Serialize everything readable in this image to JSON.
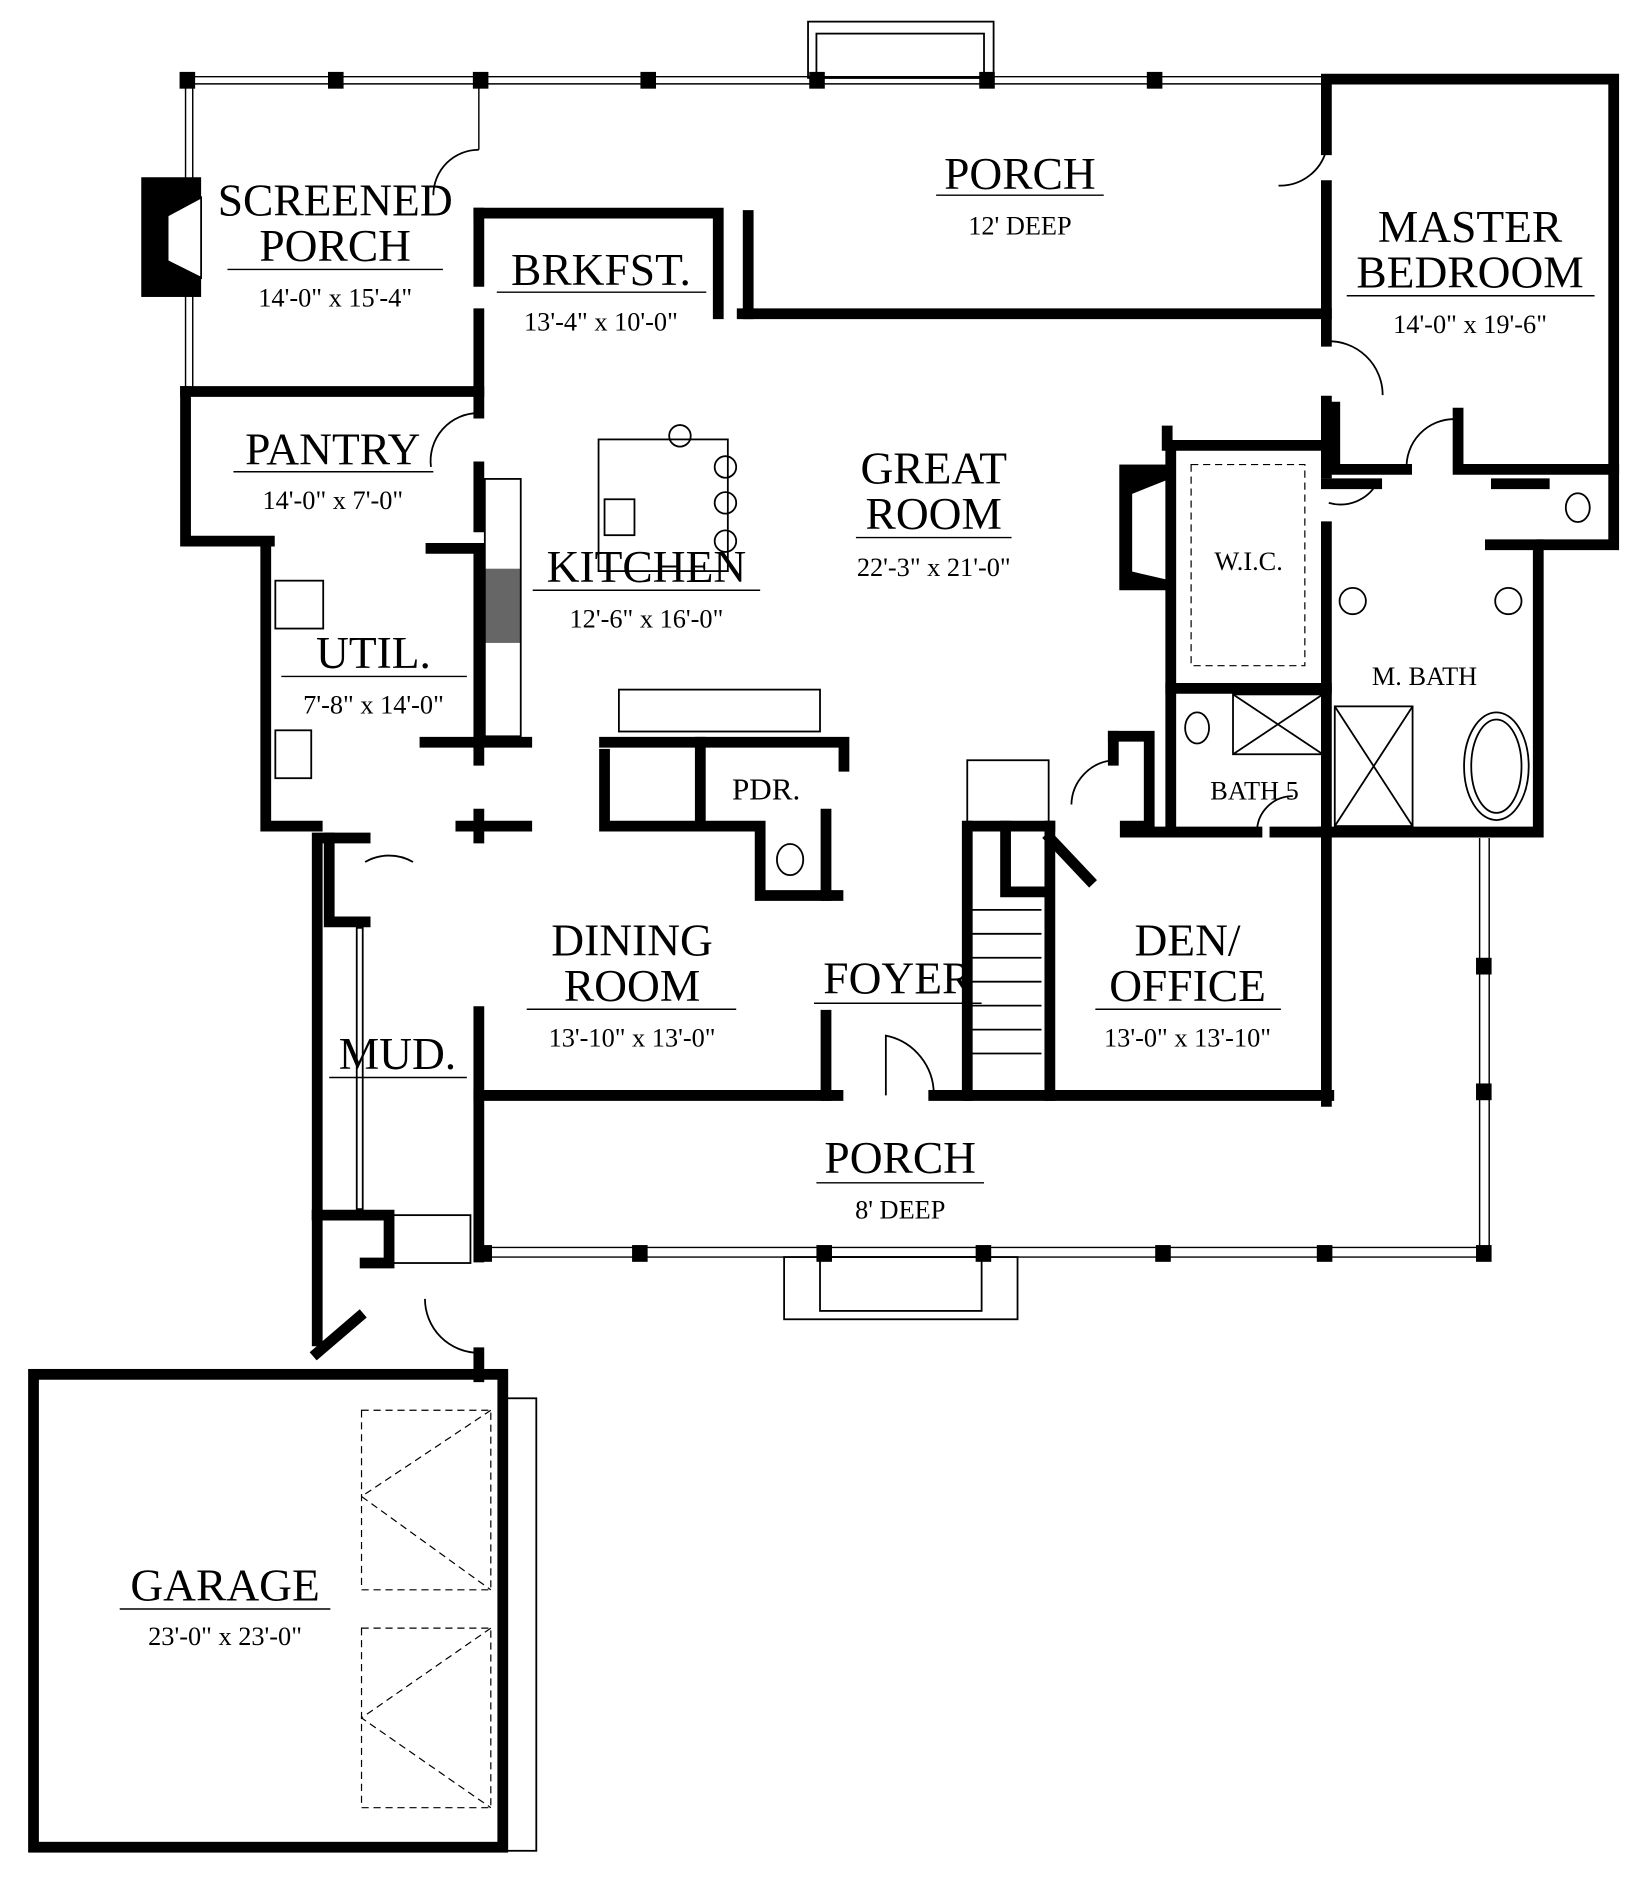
{
  "rooms": {
    "porch_rear": {
      "name": "PORCH",
      "dim": "12' DEEP"
    },
    "screened_porch": {
      "name1": "SCREENED",
      "name2": "PORCH",
      "dim": "14'-0\" x 15'-4\""
    },
    "brkfst": {
      "name": "BRKFST.",
      "dim": "13'-4\" x 10'-0\""
    },
    "master_bedroom": {
      "name1": "MASTER",
      "name2": "BEDROOM",
      "dim": "14'-0\" x 19'-6\""
    },
    "pantry": {
      "name": "PANTRY",
      "dim": "14'-0\" x 7'-0\""
    },
    "great_room": {
      "name1": "GREAT",
      "name2": "ROOM",
      "dim": "22'-3\" x 21'-0\""
    },
    "kitchen": {
      "name": "KITCHEN",
      "dim": "12'-6\" x 16'-0\""
    },
    "wic": {
      "name": "W.I.C."
    },
    "util": {
      "name": "UTIL.",
      "dim": "7'-8\" x 14'-0\""
    },
    "m_bath": {
      "name": "M. BATH"
    },
    "pdr": {
      "name": "PDR."
    },
    "bath5": {
      "name": "BATH 5"
    },
    "dining_room": {
      "name1": "DINING",
      "name2": "ROOM",
      "dim": "13'-10\" x 13'-0\""
    },
    "foyer": {
      "name": "FOYER"
    },
    "den_office": {
      "name1": "DEN/",
      "name2": "OFFICE",
      "dim": "13'-0\" x 13'-10\""
    },
    "mud": {
      "name": "MUD."
    },
    "porch_front": {
      "name": "PORCH",
      "dim": "8' DEEP"
    },
    "garage": {
      "name": "GARAGE",
      "dim": "23'-0\" x 23'-0\""
    }
  }
}
